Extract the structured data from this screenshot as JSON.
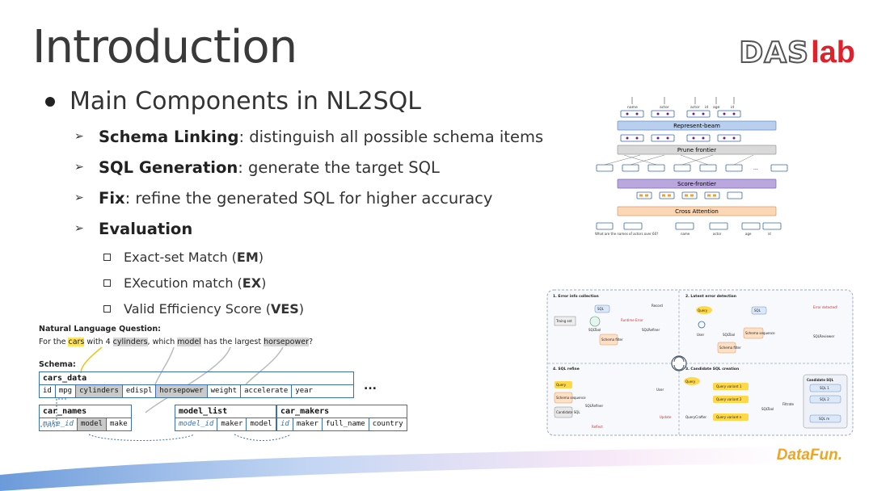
{
  "slide": {
    "title": "Introduction",
    "logo_das": "DAS",
    "logo_lab": "lab",
    "section": "Main Components in NL2SQL",
    "bullets": [
      {
        "bold": "Schema Linking",
        "rest": ": distinguish all possible schema items"
      },
      {
        "bold": "SQL Generation",
        "rest": ": generate the target SQL"
      },
      {
        "bold": "Fix",
        "rest": ": refine the generated SQL for higher accuracy"
      },
      {
        "bold": "Evaluation",
        "rest": ""
      }
    ],
    "sub_bullets": [
      {
        "pre": "Exact-set Match (",
        "bold": "EM",
        "post": ")"
      },
      {
        "pre": "EXecution match (",
        "bold": "EX",
        "post": ")"
      },
      {
        "pre": "Valid Efficiency Score (",
        "bold": "VES",
        "post": ")"
      }
    ],
    "footer_logo": "DataFun."
  },
  "schema_figure": {
    "nlq_heading": "Natural Language Question:",
    "nlq": [
      "For the ",
      "cars",
      " with 4 ",
      "cylinders",
      ", which ",
      "model",
      " has the largest ",
      "horsepower",
      "?"
    ],
    "schema_heading": "Schema:",
    "tables": {
      "cars_data": {
        "name": "cars_data",
        "columns": [
          "id",
          "mpg",
          "cylinders",
          "edispl",
          "horsepower",
          "weight",
          "accelerate",
          "year"
        ]
      },
      "car_names": {
        "name": "car_names",
        "columns": [
          "make_id",
          "model",
          "make"
        ]
      },
      "model_list": {
        "name": "model_list",
        "columns": [
          "model_id",
          "maker",
          "model"
        ]
      },
      "car_makers": {
        "name": "car_makers",
        "columns": [
          "id",
          "maker",
          "full_name",
          "country"
        ]
      }
    },
    "ellipsis": "..."
  },
  "arch_figure": {
    "top_words": [
      "name",
      "actor",
      "actor",
      "id",
      "age",
      "id"
    ],
    "layers": [
      "Represent-beam",
      "Prune frontier",
      "Score-frontier",
      "Cross Attention"
    ],
    "question": "What are the names of actors over 60?",
    "bottom_words": [
      "name",
      "actor",
      "age",
      "id"
    ],
    "dots": "..."
  },
  "flow_figure": {
    "panel1": "1. Error info collection",
    "panel2": "2. Latent error detection",
    "panel3": "4. SQL refine",
    "panel4": "3. Candidate SQL creation",
    "labels": {
      "training_set": "Traing set",
      "sql": "SQL",
      "sqltool": "SQLTool",
      "runtime_error": "Runtime Error",
      "sqlrefiner": "SQLRefiner",
      "schema_filter": "Schema filter",
      "query": "Query",
      "user": "User",
      "schema_sequence": "Schema sequence",
      "sqlreviewer": "SQLReviewer",
      "candidate_sql": "Candidate SQL",
      "update": "Update",
      "reflect": "Reflect",
      "querycrafter": "QueryCrafter",
      "variant1": "Query variant 1",
      "variant2": "Query variant 2",
      "variantn": "Query variant n",
      "filtrate": "Filtrate",
      "sql1": "SQL 1",
      "sql2": "SQL 2",
      "sqlm": "SQL m",
      "error_detected": "Error detected!",
      "record": "Record"
    }
  },
  "colors": {
    "accent_red": "#e0212b",
    "datafun_orange": "#f2a420",
    "table_border": "#3b6fb3",
    "highlight_yellow": "#ffe45c"
  }
}
